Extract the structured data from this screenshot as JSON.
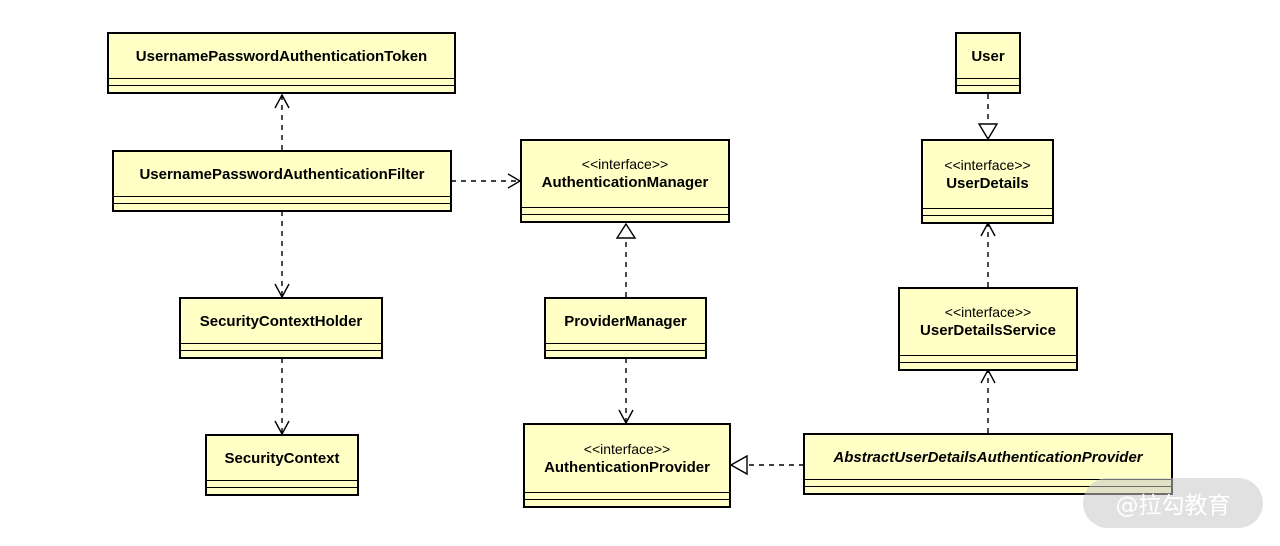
{
  "classes": {
    "token": {
      "name": "UsernamePasswordAuthenticationToken"
    },
    "filter": {
      "name": "UsernamePasswordAuthenticationFilter"
    },
    "holder": {
      "name": "SecurityContextHolder"
    },
    "context": {
      "name": "SecurityContext"
    },
    "authmgr": {
      "stereotype": "<<interface>>",
      "name": "AuthenticationManager"
    },
    "provmgr": {
      "name": "ProviderManager"
    },
    "authprov": {
      "stereotype": "<<interface>>",
      "name": "AuthenticationProvider"
    },
    "user": {
      "name": "User"
    },
    "userdetails": {
      "stereotype": "<<interface>>",
      "name": "UserDetails"
    },
    "uds": {
      "stereotype": "<<interface>>",
      "name": "UserDetailsService"
    },
    "abstractprov": {
      "name": "AbstractUserDetailsAuthenticationProvider"
    }
  },
  "watermark": {
    "text": "@拉勾教育"
  }
}
